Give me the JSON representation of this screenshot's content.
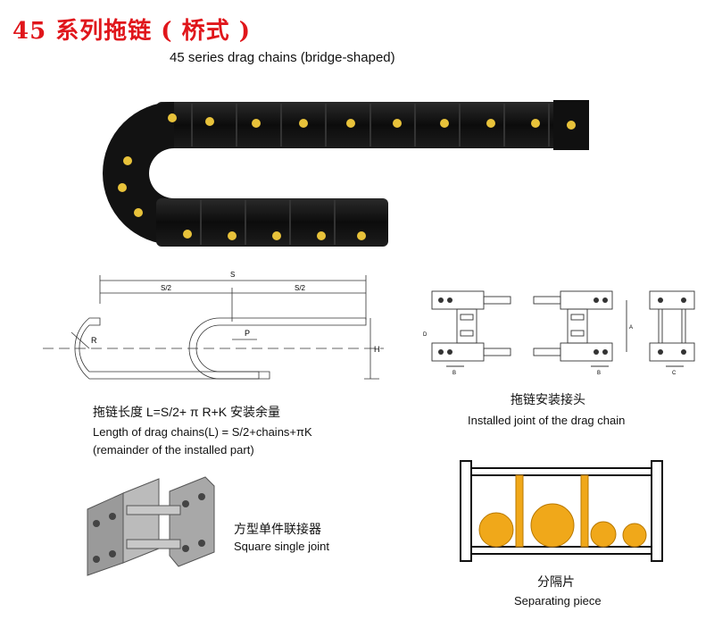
{
  "title": {
    "cn": "45 系列拖链 ( 桥式 )",
    "en": "45 series  drag chains (bridge-shaped)"
  },
  "dimension_diagram": {
    "labels": {
      "s": "S",
      "s_half_left": "S/2",
      "s_half_right": "S/2",
      "r": "R",
      "p": "P",
      "h": "H"
    },
    "caption_cn": "拖链长度 L=S/2+ π R+K 安装余量",
    "caption_en_1": "Length of drag chains(L) = S/2+chains+πK",
    "caption_en_2": "(remainder of the installed part)"
  },
  "joint_diagram": {
    "labels": {
      "d": "D",
      "b1": "B",
      "b2": "B",
      "a": "A",
      "c": "C"
    },
    "caption_cn": "拖链安装接头",
    "caption_en": "Installed joint of the drag chain"
  },
  "square_joint": {
    "caption_cn": "方型单件联接器",
    "caption_en": "Square single joint"
  },
  "separating_piece": {
    "caption_cn": "分隔片",
    "caption_en": "Separating piece"
  },
  "colors": {
    "title_red": "#e0161b",
    "chain_black": "#111111",
    "pin_yellow": "#e8c23a",
    "separator_orange": "#f0a81a"
  }
}
